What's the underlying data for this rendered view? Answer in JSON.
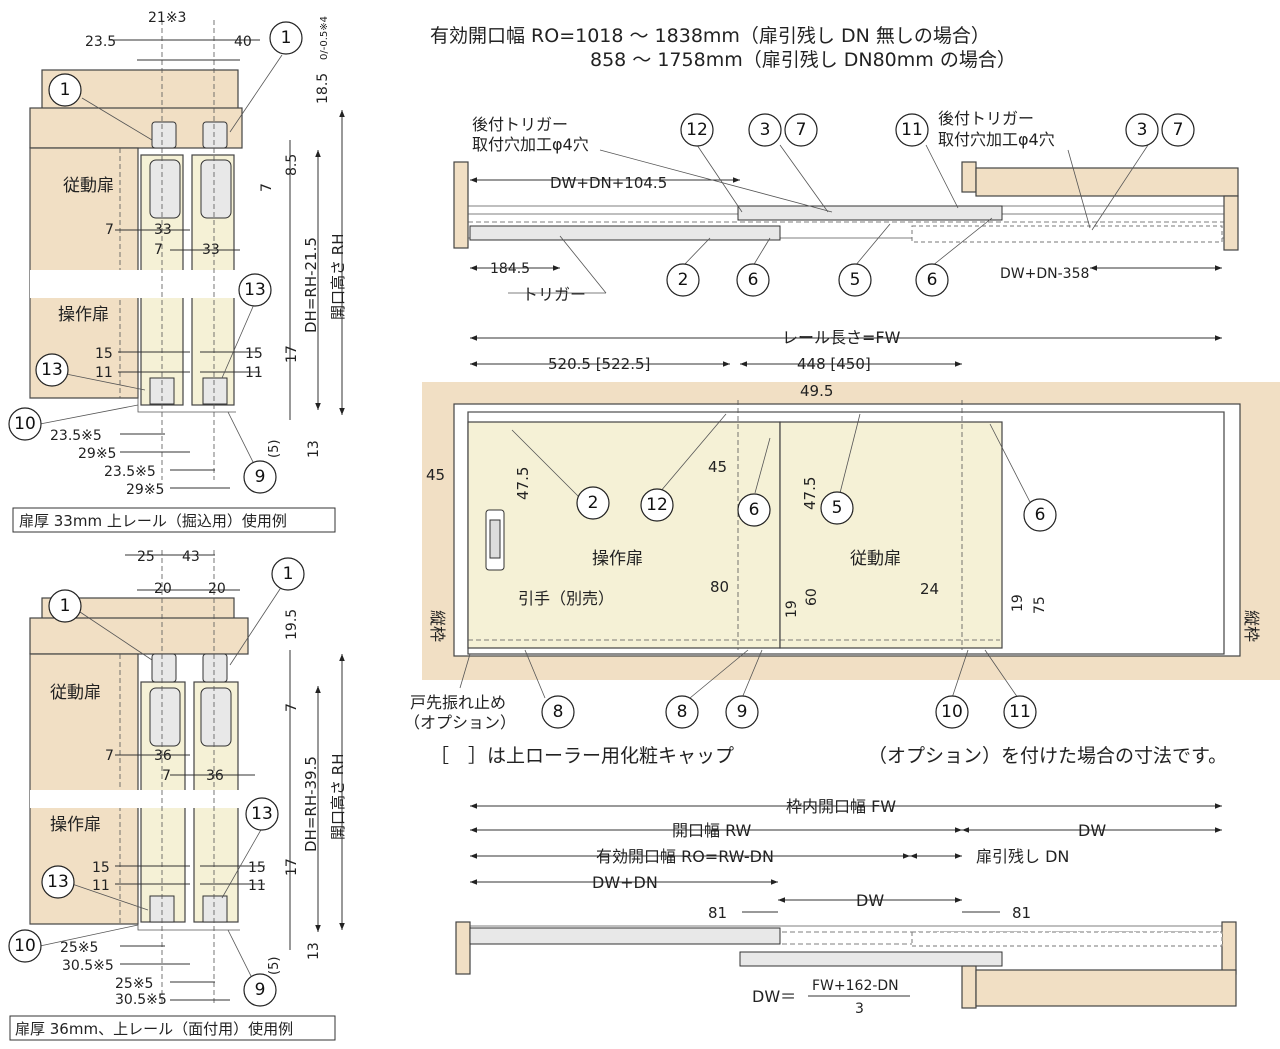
{
  "header": {
    "line1": "有効開口幅 RO=1018 ～ 1838mm（扉引残し DN 無しの場合）",
    "line2": "858 ～ 1758mm（扉引残し DN80mm の場合）"
  },
  "top_left": {
    "caption": "扉厚 33mm 上レール（掘込用）使用例",
    "slave_door": "従動扉",
    "master_door": "操作扉",
    "dims": {
      "d21": "21※3",
      "d23_5": "23.5",
      "d40": "40",
      "d18_5": "18.5",
      "d18_5_tol": "0/-0.5※4",
      "d7a": "7",
      "d8_5": "8.5",
      "d7b": "7",
      "d33a": "33",
      "d7c": "7",
      "d33b": "33",
      "dh": "DH=RH-21.5",
      "rh": "開口高さ RH",
      "d15a": "15",
      "d11a": "11",
      "d15b": "15",
      "d11b": "11",
      "d17": "17",
      "d5": "(5)",
      "d13": "13",
      "d23_5s5a": "23.5※5",
      "d29s5a": "29※5",
      "d23_5s5b": "23.5※5",
      "d29s5b": "29※5"
    },
    "balloons": [
      "1",
      "1",
      "13",
      "13",
      "10",
      "9"
    ]
  },
  "bottom_left": {
    "caption": "扉厚 36mm、上レール（面付用）使用例",
    "slave_door": "従動扉",
    "master_door": "操作扉",
    "dims": {
      "d25": "25",
      "d43": "43",
      "d20a": "20",
      "d20b": "20",
      "d19_5": "19.5",
      "d7a": "7",
      "d7b": "7",
      "d36a": "36",
      "d7c": "7",
      "d36b": "36",
      "dh": "DH=RH-39.5",
      "rh": "開口高さ RH",
      "d15a": "15",
      "d11a": "11",
      "d15b": "15",
      "d11b": "11",
      "d17": "17",
      "d5": "(5)",
      "d13": "13",
      "d25s5a": "25※5",
      "d30_5s5a": "30.5※5",
      "d25s5b": "25※5",
      "d30_5s5b": "30.5※5"
    },
    "balloons": [
      "1",
      "1",
      "13",
      "13",
      "10",
      "9"
    ]
  },
  "plan_top": {
    "trigger_rear_left": "後付トリガー",
    "trigger_rear_left2": "取付穴加工φ4穴",
    "trigger_rear_right": "後付トリガー",
    "trigger_rear_right2": "取付穴加工φ4穴",
    "dim_dwdn": "DW+DN+104.5",
    "dim_184": "184.5",
    "trigger": "トリガー",
    "dim_dw358": "DW+DN-358",
    "balloons": [
      "12",
      "3",
      "7",
      "11",
      "3",
      "7",
      "2",
      "6",
      "5",
      "6"
    ]
  },
  "elevation": {
    "rail_length": "レール長さ=FW",
    "d520": "520.5 [522.5]",
    "d448": "448  [450]",
    "d49_5": "49.5",
    "d45a": "45",
    "d47_5a": "47.5",
    "d45b": "45",
    "d47_5b": "47.5",
    "master": "操作扉",
    "slave": "従動扉",
    "handle": "引手（別売）",
    "d80": "80",
    "d19a": "19",
    "d60": "60",
    "d24": "24",
    "d19b": "19",
    "d75": "75",
    "frame_left": "縦枠",
    "frame_right": "縦枠",
    "stopper1": "戸先振れ止め",
    "stopper2": "（オプション）",
    "balloons": [
      "2",
      "12",
      "6",
      "5",
      "6",
      "8",
      "8",
      "9",
      "10",
      "11"
    ]
  },
  "note": {
    "part1": "［　］は上ローラー用化粧キャップ",
    "part2": "（オプション）を付けた場合の寸法です。"
  },
  "plan_bottom": {
    "fw": "枠内開口幅 FW",
    "rw": "開口幅 RW",
    "dw": "DW",
    "ro": "有効開口幅 RO=RW-DN",
    "dn": "扉引残し DN",
    "dwdn": "DW+DN",
    "dw2": "DW",
    "d81a": "81",
    "d81b": "81",
    "formula_lhs": "DW＝",
    "formula_num": "FW+162-DN",
    "formula_den": "3"
  }
}
